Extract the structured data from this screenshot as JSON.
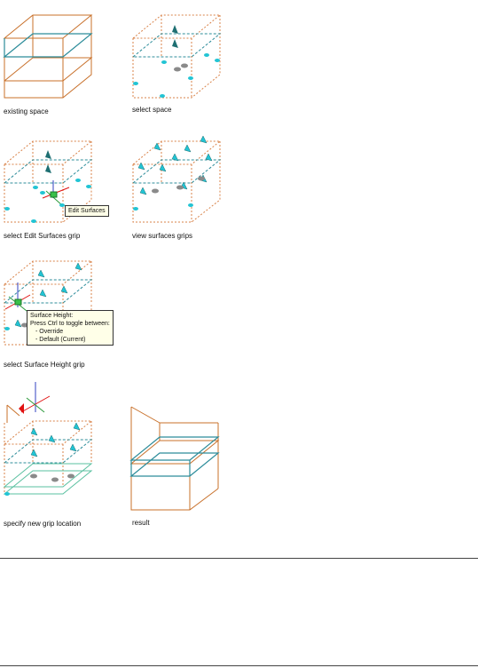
{
  "colors": {
    "outline": "#c8702a",
    "hidden_edge": "#d9834a",
    "surface": "#2c8c9a",
    "grip_fill": "#22c4d4",
    "grip_dark": "#1e6f72",
    "grip_gray": "#8a8a8a",
    "axis_red": "#e01010",
    "axis_green": "#2a9a3a",
    "axis_blue": "#3040c0"
  },
  "captions": {
    "existing_space": "existing space",
    "select_space": "select space",
    "select_edit_surfaces_grip": "select Edit Surfaces grip",
    "view_surfaces_grips": "view surfaces grips",
    "select_surface_height_grip": "select Surface Height grip",
    "specify_new_grip_location": "specify new grip location",
    "result": "result"
  },
  "tooltips": {
    "edit_surfaces": "Edit Surfaces",
    "surface_height": {
      "line1": "Surface Height:",
      "line2": "Press Ctrl to toggle between:",
      "line3": "- Override",
      "line4": "- Default (Current)"
    }
  }
}
